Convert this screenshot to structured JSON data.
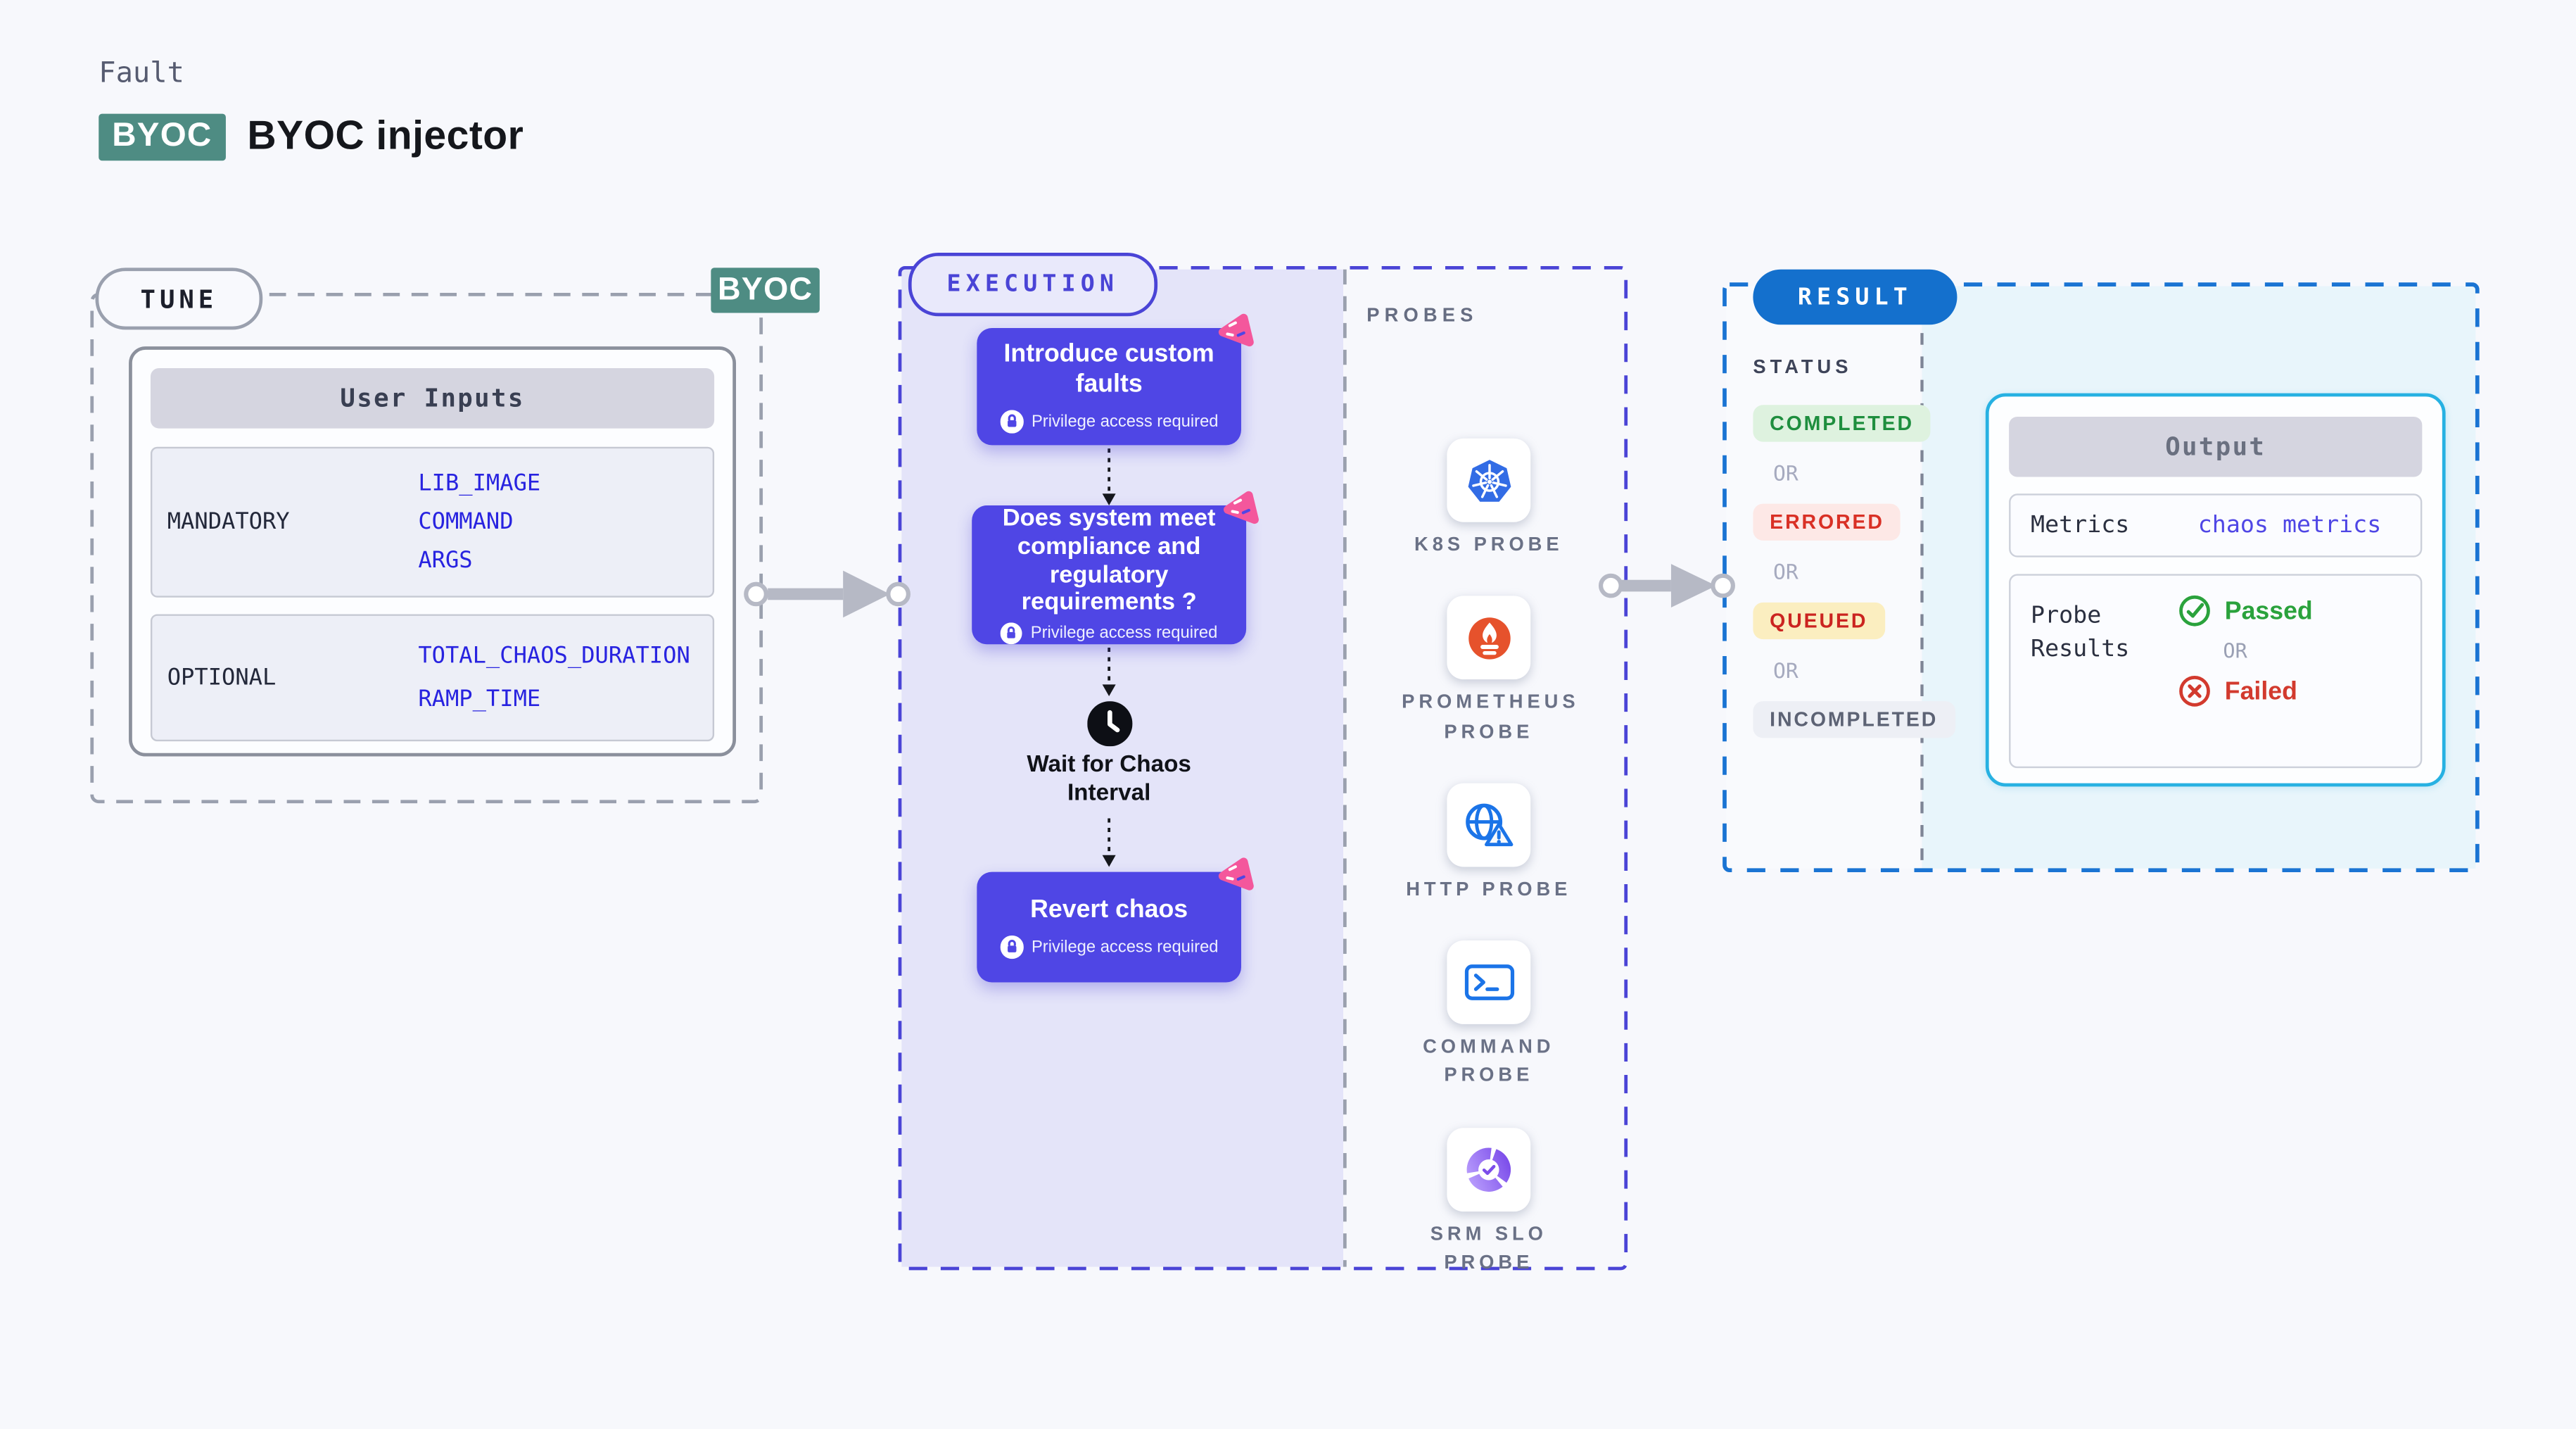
{
  "page": {
    "fault_label": "Fault",
    "byoc_badge": "BYOC",
    "title": "BYOC injector"
  },
  "tune": {
    "label": "TUNE",
    "corner_badge": "BYOC",
    "card_title": "User Inputs",
    "rows": [
      {
        "label": "MANDATORY",
        "values": [
          "LIB_IMAGE",
          "COMMAND",
          "ARGS"
        ]
      },
      {
        "label": "OPTIONAL",
        "values": [
          "TOTAL_CHAOS_DURATION",
          "RAMP_TIME"
        ]
      }
    ]
  },
  "execution": {
    "label": "EXECUTION",
    "tasks": [
      {
        "title": "Introduce custom faults",
        "note": "Privilege access required"
      },
      {
        "title": "Does system meet compliance and regulatory requirements ?",
        "note": "Privilege access required"
      },
      {
        "title": "Revert chaos",
        "note": "Privilege access required"
      }
    ],
    "wait_label": "Wait for Chaos Interval"
  },
  "probes": {
    "label": "PROBES",
    "items": [
      {
        "label": "K8S PROBE",
        "icon": "kubernetes-icon"
      },
      {
        "label": "PROMETHEUS PROBE",
        "icon": "prometheus-icon"
      },
      {
        "label": "HTTP PROBE",
        "icon": "http-globe-icon"
      },
      {
        "label": "COMMAND PROBE",
        "icon": "terminal-icon"
      },
      {
        "label": "SRM SLO PROBE",
        "icon": "slo-pie-icon"
      }
    ]
  },
  "result": {
    "label": "RESULT",
    "status_title": "STATUS",
    "or_label": "OR",
    "statuses": [
      {
        "label": "COMPLETED",
        "fg": "#1e8e3e",
        "bg": "#def2df"
      },
      {
        "label": "ERRORED",
        "fg": "#d93025",
        "bg": "#fde8e6"
      },
      {
        "label": "QUEUED",
        "fg": "#cb2420",
        "bg": "#fbeec0"
      },
      {
        "label": "INCOMPLETED",
        "fg": "#5c6274",
        "bg": "#edeff5"
      }
    ],
    "output": {
      "title": "Output",
      "metrics_label": "Metrics",
      "metrics_value": "chaos metrics",
      "probe_results_label": "Probe Results",
      "passed_label": "Passed",
      "failed_label": "Failed",
      "or_label": "OR"
    }
  },
  "colors": {
    "brand_teal": "#4e8c83",
    "task_purple": "#4f46e5",
    "execution_accent": "#4a44d6",
    "result_blue": "#1470cd",
    "output_border_cyan": "#27b1e2",
    "link_indigo": "#4f46e5",
    "passed_green": "#2aa23c",
    "failed_red": "#d23a2e",
    "chaos_pink": "#f4579c"
  }
}
